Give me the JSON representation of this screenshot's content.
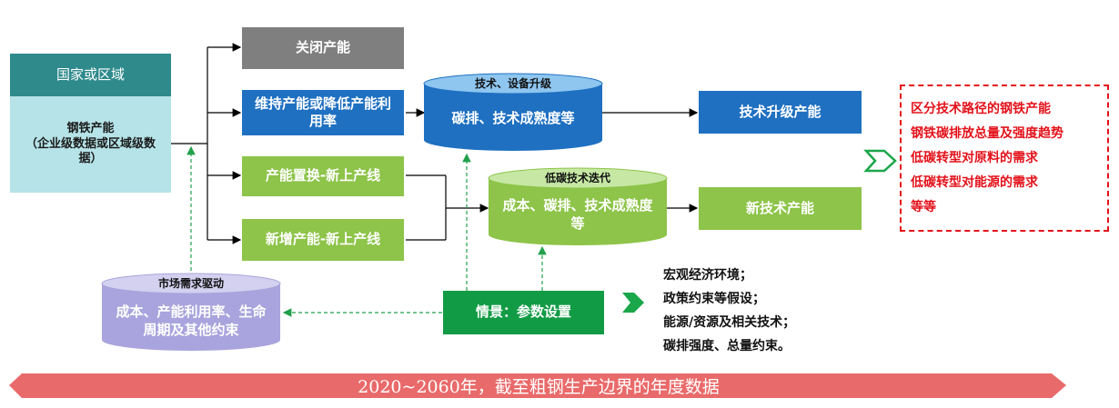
{
  "left": {
    "header": "国家或区域",
    "body": "钢铁产能\n（企业级数据或区域级数据）"
  },
  "branches": {
    "close": "关闭产能",
    "maintain": "维持产能或降低产能利用率",
    "replace": "产能置换-新上产线",
    "new_capacity": "新增产能-新上产线"
  },
  "cylinders": {
    "tech_upgrade": {
      "title": "技术、设备升级",
      "body": "碳排、技术成熟度等"
    },
    "low_carbon": {
      "title": "低碳技术迭代",
      "body": "成本、碳排、技术成熟度等"
    },
    "market": {
      "title": "市场需求驱动",
      "body": "成本、产能利用率、生命周期及其他约束"
    }
  },
  "outputs": {
    "upgraded": "技术升级产能",
    "new_tech": "新技术产能"
  },
  "scenario": "情景：参数设置",
  "conditions": [
    "宏观经济环境；",
    "政策约束等假设；",
    "能源/资源及相关技术；",
    "碳排强度、总量约束。"
  ],
  "results": [
    "区分技术路径的钢铁产能",
    "钢铁碳排放总量及强度趋势",
    "低碳转型对原料的需求",
    "低碳转型对能源的需求",
    "等等"
  ],
  "banner": "2020~2060年，截至粗钢生产边界的年度数据",
  "colors": {
    "gray": "#7f7f7f",
    "blue": "#1f70c1",
    "green": "#8dc449",
    "dark_green": "#129b45",
    "teal": "#2f8a8c",
    "light_blue": "#b5e3e8",
    "lavender": "#a9a4dd",
    "red": "#e3121b",
    "banner": "#e96a6a"
  },
  "icons": {
    "arrow_right": "chevron-right-icon",
    "arrow_left": "chevron-left-icon"
  }
}
